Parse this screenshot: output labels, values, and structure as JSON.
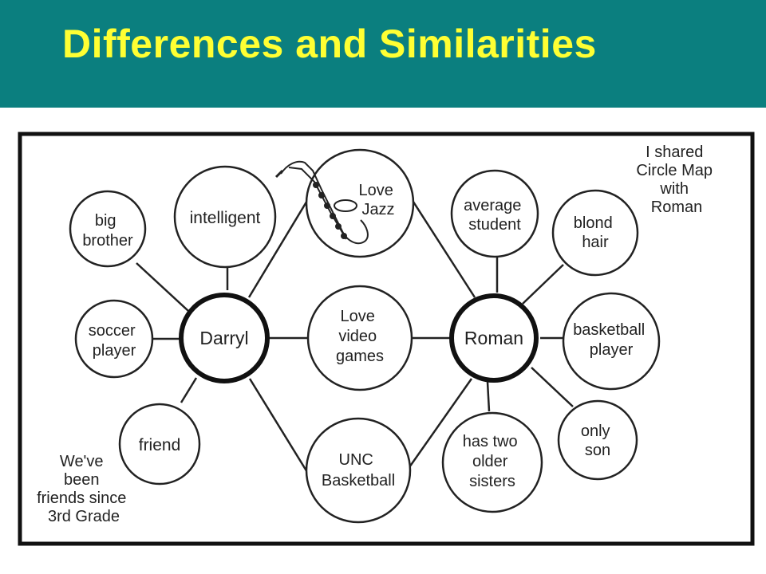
{
  "header": {
    "title": "Differences and Similarities"
  },
  "colors": {
    "header_bg": "#0b7f7f",
    "title": "#ffff33"
  },
  "diagram": {
    "type": "double-bubble-map",
    "center_left": "Darryl",
    "center_right": "Roman",
    "left_qualities": [
      [
        "big",
        "brother"
      ],
      [
        "intelligent"
      ],
      [
        "soccer",
        "player"
      ],
      [
        "friend"
      ]
    ],
    "shared_qualities": [
      [
        "Love",
        "Jazz"
      ],
      [
        "Love",
        "video",
        "games"
      ],
      [
        "UNC",
        "Basketball"
      ]
    ],
    "right_qualities": [
      [
        "average",
        "student"
      ],
      [
        "blond",
        "hair"
      ],
      [
        "basketball",
        "player"
      ],
      [
        "only",
        "son"
      ],
      [
        "has two",
        "older",
        "sisters"
      ]
    ],
    "note_top_right": [
      "I shared",
      "Circle Map",
      "with",
      "Roman"
    ],
    "note_bottom_left": [
      "We've",
      "been",
      "friends since",
      "3rd Grade"
    ],
    "icons": [
      "saxophone-icon"
    ]
  }
}
